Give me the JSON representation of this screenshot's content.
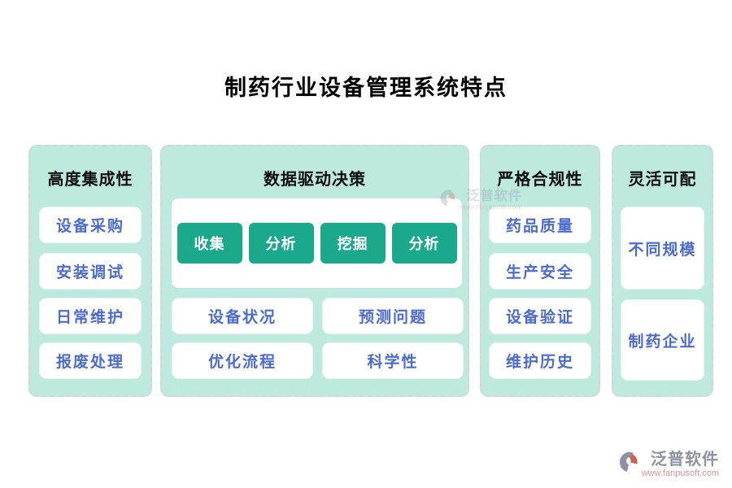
{
  "title": "制药行业设备管理系统特点",
  "columns": {
    "integration": {
      "header": "高度集成性",
      "items": [
        "设备采购",
        "安装调试",
        "日常维护",
        "报废处理"
      ]
    },
    "data_driven": {
      "header": "数据驱动决策",
      "process_buttons": [
        "收集",
        "分析",
        "挖掘",
        "分析"
      ],
      "cards": [
        "设备状况",
        "预测问题",
        "优化流程",
        "科学性"
      ]
    },
    "compliance": {
      "header": "严格合规性",
      "items": [
        "药品质量",
        "生产安全",
        "设备验证",
        "维护历史"
      ]
    },
    "flexible": {
      "header": "灵活可配",
      "items": [
        "不同规模",
        "制药企业"
      ]
    }
  },
  "watermark": {
    "brand": "泛普软件",
    "url": "www.fanpusoft.com"
  },
  "colors": {
    "panel_bg": "#bde9df",
    "accent_green": "#1ba98c",
    "item_text_blue": "#4b6bd3"
  }
}
